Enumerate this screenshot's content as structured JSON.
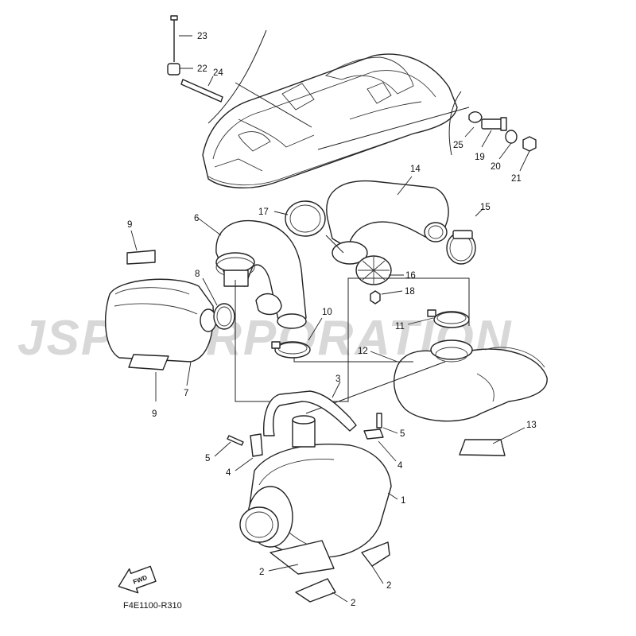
{
  "watermark": "JSP CORPORATION",
  "diagram_code": "F4E1100-R310",
  "fwd_label": "FWD",
  "callouts": {
    "c1": "1",
    "c2a": "2",
    "c2b": "2",
    "c2c": "2",
    "c3": "3",
    "c4a": "4",
    "c4b": "4",
    "c5a": "5",
    "c5b": "5",
    "c6": "6",
    "c7": "7",
    "c8": "8",
    "c9a": "9",
    "c9b": "9",
    "c10": "10",
    "c11": "11",
    "c12": "12",
    "c13": "13",
    "c14": "14",
    "c15": "15",
    "c16": "16",
    "c17": "17",
    "c18": "18",
    "c19": "19",
    "c20": "20",
    "c21": "21",
    "c22": "22",
    "c23": "23",
    "c24": "24",
    "c25": "25"
  }
}
